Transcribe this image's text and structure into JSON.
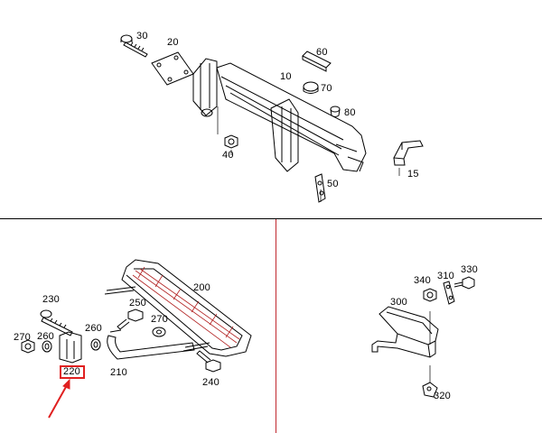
{
  "top_callouts": [
    "30",
    "20",
    "60",
    "10",
    "70",
    "80",
    "40",
    "15",
    "50"
  ],
  "bottom_left_callouts": [
    "200",
    "230",
    "250",
    "270",
    "260",
    "270",
    "260",
    "220",
    "210",
    "240"
  ],
  "bottom_right_callouts": [
    "340",
    "310",
    "330",
    "300",
    "320"
  ],
  "colors": {
    "callout_highlight": "#e02020",
    "divider": "#c0282e",
    "line": "#000000",
    "tread": "#b22222"
  }
}
